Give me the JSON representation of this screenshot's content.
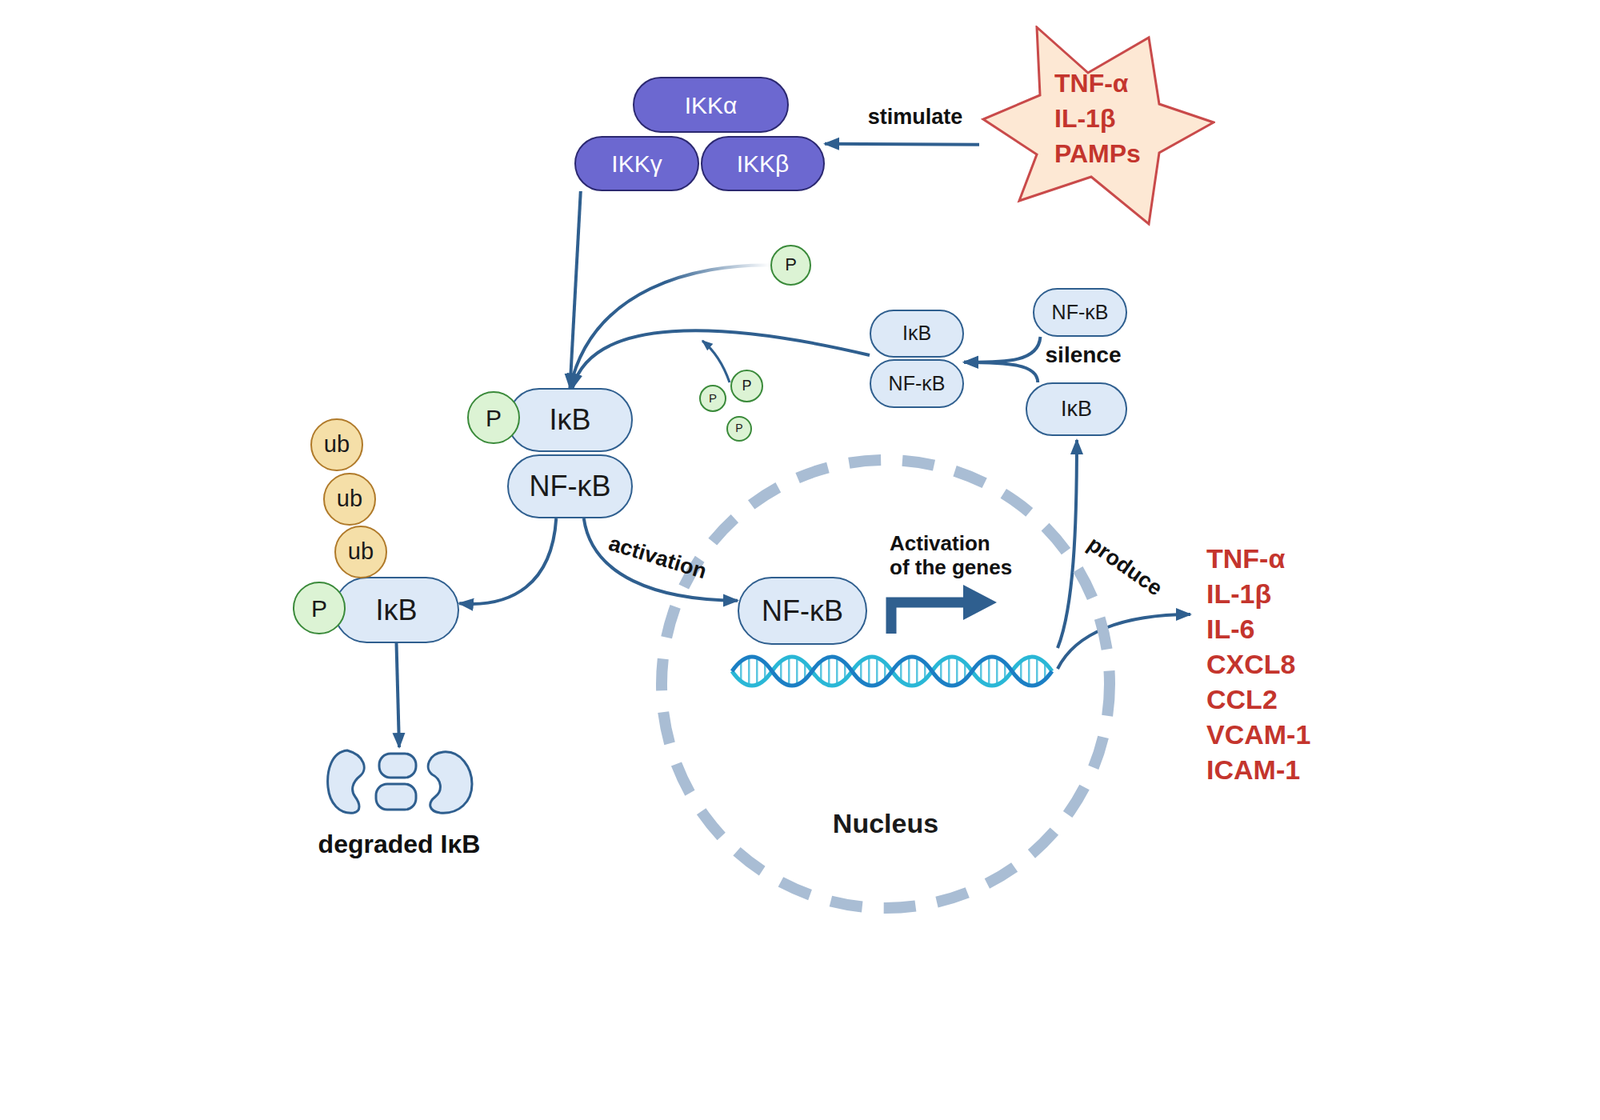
{
  "diagram": {
    "nodes": [
      {
        "text": [
          "IKKα"
        ]
      },
      {
        "text": [
          "IKKγ"
        ]
      },
      {
        "text": [
          "IKKβ"
        ]
      },
      {
        "text": [
          "TNF-α",
          "IL-1β",
          "PAMPs"
        ]
      },
      {
        "text": [
          "P"
        ]
      },
      {
        "text": [
          "IκB"
        ]
      },
      {
        "text": [
          "NF-κB"
        ]
      },
      {
        "text": [
          "NF-κB"
        ]
      },
      {
        "text": [
          "IκB"
        ]
      },
      {
        "text": [
          "P"
        ]
      },
      {
        "text": [
          "P"
        ]
      },
      {
        "text": [
          "P"
        ]
      },
      {
        "text": [
          "P"
        ]
      },
      {
        "text": [
          "IκB"
        ]
      },
      {
        "text": [
          "NF-κB"
        ]
      },
      {
        "text": [
          "ub"
        ]
      },
      {
        "text": [
          "ub"
        ]
      },
      {
        "text": [
          "ub"
        ]
      },
      {
        "text": [
          "P"
        ]
      },
      {
        "text": [
          "IκB"
        ]
      },
      {
        "text": [
          "Nucleus"
        ]
      },
      {
        "text": [
          "NF-κB"
        ],
        "in": 20
      },
      {
        "text": [
          "degraded IκB"
        ]
      }
    ],
    "edges": [
      {
        "from": 3,
        "to": 2,
        "label": "stimulate",
        "arrow": "to"
      },
      {
        "from": 1,
        "to": 13,
        "arrow": "to"
      },
      {
        "from": 4,
        "to": 13,
        "arrow": "to"
      },
      {
        "from": 5,
        "to": 13,
        "arrow": "to"
      },
      {
        "from": 7,
        "to": 6,
        "arrow": "to"
      },
      {
        "from": 8,
        "to": 6,
        "arrow": "to"
      },
      {
        "from": 14,
        "to": 19,
        "arrow": "to"
      },
      {
        "from": 14,
        "to": 21,
        "label": "activation",
        "arrow": "to"
      },
      {
        "from": 19,
        "to": 22,
        "arrow": "to"
      }
    ],
    "labels": [
      "silence",
      "Activation of the genes",
      "produce",
      "TNF-α",
      "IL-1β",
      "IL-6",
      "CXCL8",
      "CCL2",
      "VCAM-1",
      "ICAM-1"
    ]
  }
}
